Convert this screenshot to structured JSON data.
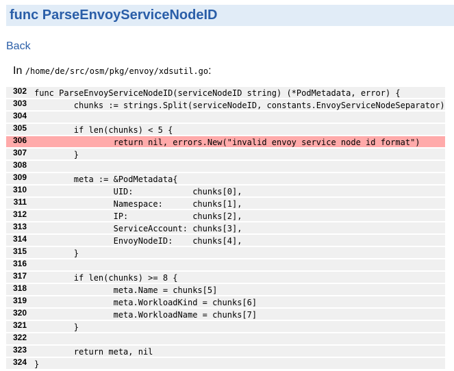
{
  "header": {
    "title": "func ParseEnvoyServiceNodeID"
  },
  "nav": {
    "back_label": "Back"
  },
  "file": {
    "prefix": "In ",
    "path": "/home/de/src/osm/pkg/envoy/xdsutil.go",
    "suffix": ":"
  },
  "colors": {
    "header_background": "#e1ecf7",
    "title_color": "#2a5ea8",
    "row_background": "#f0f0f0",
    "highlight_background": "#ffaaaa"
  },
  "lines": [
    {
      "num": "302",
      "code": "func ParseEnvoyServiceNodeID(serviceNodeID string) (*PodMetadata, error) {",
      "highlight": false
    },
    {
      "num": "303",
      "code": "\tchunks := strings.Split(serviceNodeID, constants.EnvoyServiceNodeSeparator)",
      "highlight": false
    },
    {
      "num": "304",
      "code": "",
      "highlight": false
    },
    {
      "num": "305",
      "code": "\tif len(chunks) < 5 {",
      "highlight": false
    },
    {
      "num": "306",
      "code": "\t\treturn nil, errors.New(\"invalid envoy service node id format\")",
      "highlight": true
    },
    {
      "num": "307",
      "code": "\t}",
      "highlight": false
    },
    {
      "num": "308",
      "code": "",
      "highlight": false
    },
    {
      "num": "309",
      "code": "\tmeta := &PodMetadata{",
      "highlight": false
    },
    {
      "num": "310",
      "code": "\t\tUID:            chunks[0],",
      "highlight": false
    },
    {
      "num": "311",
      "code": "\t\tNamespace:      chunks[1],",
      "highlight": false
    },
    {
      "num": "312",
      "code": "\t\tIP:             chunks[2],",
      "highlight": false
    },
    {
      "num": "313",
      "code": "\t\tServiceAccount: chunks[3],",
      "highlight": false
    },
    {
      "num": "314",
      "code": "\t\tEnvoyNodeID:    chunks[4],",
      "highlight": false
    },
    {
      "num": "315",
      "code": "\t}",
      "highlight": false
    },
    {
      "num": "316",
      "code": "",
      "highlight": false
    },
    {
      "num": "317",
      "code": "\tif len(chunks) >= 8 {",
      "highlight": false
    },
    {
      "num": "318",
      "code": "\t\tmeta.Name = chunks[5]",
      "highlight": false
    },
    {
      "num": "319",
      "code": "\t\tmeta.WorkloadKind = chunks[6]",
      "highlight": false
    },
    {
      "num": "320",
      "code": "\t\tmeta.WorkloadName = chunks[7]",
      "highlight": false
    },
    {
      "num": "321",
      "code": "\t}",
      "highlight": false
    },
    {
      "num": "322",
      "code": "",
      "highlight": false
    },
    {
      "num": "323",
      "code": "\treturn meta, nil",
      "highlight": false
    },
    {
      "num": "324",
      "code": "}",
      "highlight": false
    }
  ]
}
